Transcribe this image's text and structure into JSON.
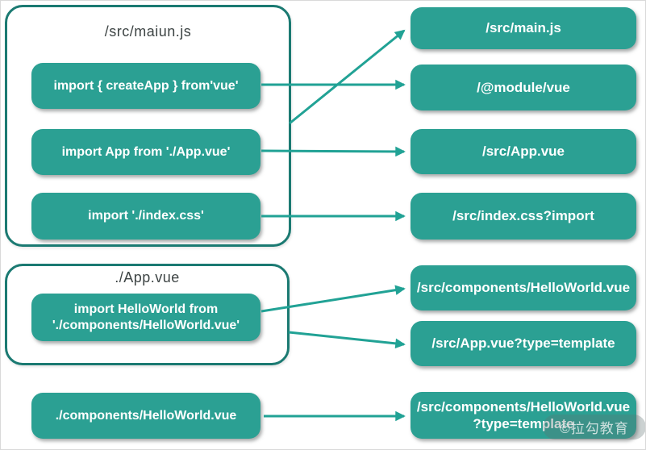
{
  "diagram": {
    "colors": {
      "box_fill": "#2BA093",
      "container_border": "#1B7A72",
      "arrow": "#21A295",
      "title_text": "#3D4444",
      "box_text": "#FFFFFF"
    },
    "sources": {
      "group1": {
        "title": "/src/maiun.js",
        "imports": [
          "import { createApp } from'vue'",
          "import App from './App.vue'",
          "import './index.css'"
        ]
      },
      "group2": {
        "title": "./App.vue",
        "imports": [
          "import HelloWorld from\n'./components/HelloWorld.vue'"
        ]
      },
      "standalone": "./components/HelloWorld.vue"
    },
    "targets": [
      "/src/main.js",
      "/@module/vue",
      "/src/App.vue",
      "/src/index.css?import",
      "/src/components/HelloWorld.vue",
      "/src/App.vue?type=template",
      "/src/components/HelloWorld.vue\n?type=template"
    ],
    "connections": [
      {
        "from": "/src/maiun.js (file)",
        "to": "/src/main.js"
      },
      {
        "from": "import { createApp } from'vue'",
        "to": "/@module/vue"
      },
      {
        "from": "import App from './App.vue'",
        "to": "/src/App.vue"
      },
      {
        "from": "import './index.css'",
        "to": "/src/index.css?import"
      },
      {
        "from": "import HelloWorld from './components/HelloWorld.vue'",
        "to": "/src/components/HelloWorld.vue"
      },
      {
        "from": "./App.vue (file)",
        "to": "/src/App.vue?type=template"
      },
      {
        "from": "./components/HelloWorld.vue",
        "to": "/src/components/HelloWorld.vue?type=template"
      }
    ],
    "watermark": "©拉勾教育"
  }
}
